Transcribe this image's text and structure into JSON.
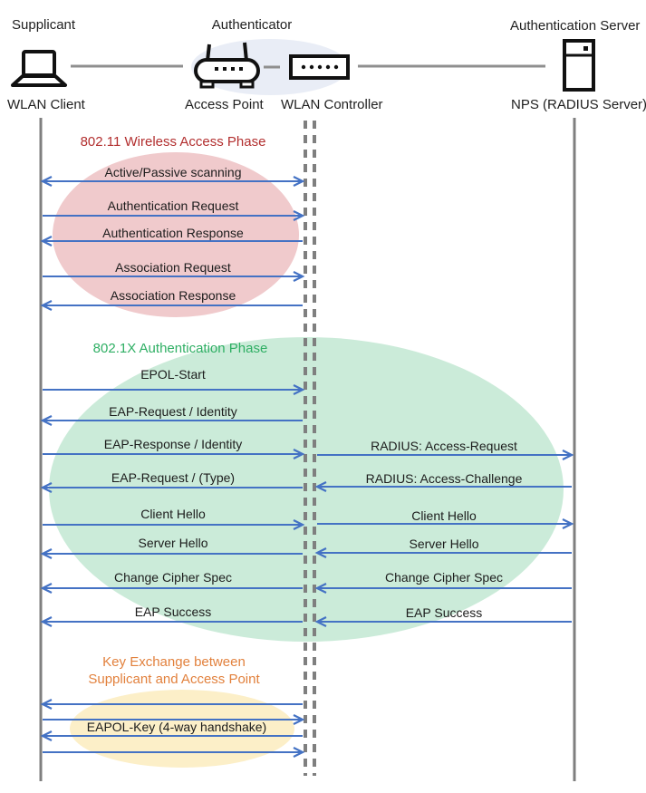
{
  "header": {
    "supplicant_role": "Supplicant",
    "authenticator_role": "Authenticator",
    "server_role": "Authentication Server",
    "supplicant_device": "WLAN Client",
    "ap_device": "Access Point",
    "controller_device": "WLAN Controller",
    "server_device": "NPS (RADIUS Server)"
  },
  "phases": [
    {
      "title": "802.11 Wireless Access Phase",
      "title_color": "#B22E2E",
      "bubble_color": "#F0CACC",
      "rows": [
        {
          "left": {
            "label": "Active/Passive scanning",
            "dir": "both"
          }
        },
        {
          "left": {
            "label": "Authentication Request",
            "dir": "right"
          }
        },
        {
          "left": {
            "label": "Authentication Response",
            "dir": "left"
          }
        },
        {
          "left": {
            "label": "Association Request",
            "dir": "right"
          }
        },
        {
          "left": {
            "label": "Association Response",
            "dir": "left"
          }
        }
      ]
    },
    {
      "title": "802.1X Authentication Phase",
      "title_color": "#2FAF64",
      "bubble_color": "#CBEBD9",
      "rows": [
        {
          "left": {
            "label": "EPOL-Start",
            "dir": "right"
          }
        },
        {
          "left": {
            "label": "EAP-Request / Identity",
            "dir": "left"
          }
        },
        {
          "left": {
            "label": "EAP-Response / Identity",
            "dir": "right"
          },
          "right": {
            "label": "RADIUS: Access-Request",
            "dir": "right"
          }
        },
        {
          "left": {
            "label": "EAP-Request / (Type)",
            "dir": "left"
          },
          "right": {
            "label": "RADIUS: Access-Challenge",
            "dir": "left"
          }
        },
        {
          "left": {
            "label": "Client Hello",
            "dir": "right"
          },
          "right": {
            "label": "Client Hello",
            "dir": "right"
          }
        },
        {
          "left": {
            "label": "Server Hello",
            "dir": "left"
          },
          "right": {
            "label": "Server Hello",
            "dir": "left"
          }
        },
        {
          "left": {
            "label": "Change Cipher Spec",
            "dir": "left"
          },
          "right": {
            "label": "Change Cipher Spec",
            "dir": "left"
          }
        },
        {
          "left": {
            "label": "EAP Success",
            "dir": "left"
          },
          "right": {
            "label": "EAP Success",
            "dir": "left"
          }
        }
      ]
    },
    {
      "title_line1": "Key Exchange between",
      "title_line2": "Supplicant and Access Point",
      "title_color": "#E2813D",
      "bubble_color": "#FCEFC8",
      "key_label": "EAPOL-Key (4-way handshake)",
      "arrow_dirs": [
        "left",
        "right",
        "left",
        "right"
      ]
    }
  ],
  "colors": {
    "arrow": "#4472C4",
    "lifeline": "#7F7F7F",
    "authenticator_bubble": "#E9EDF6",
    "icon": "#111111"
  }
}
